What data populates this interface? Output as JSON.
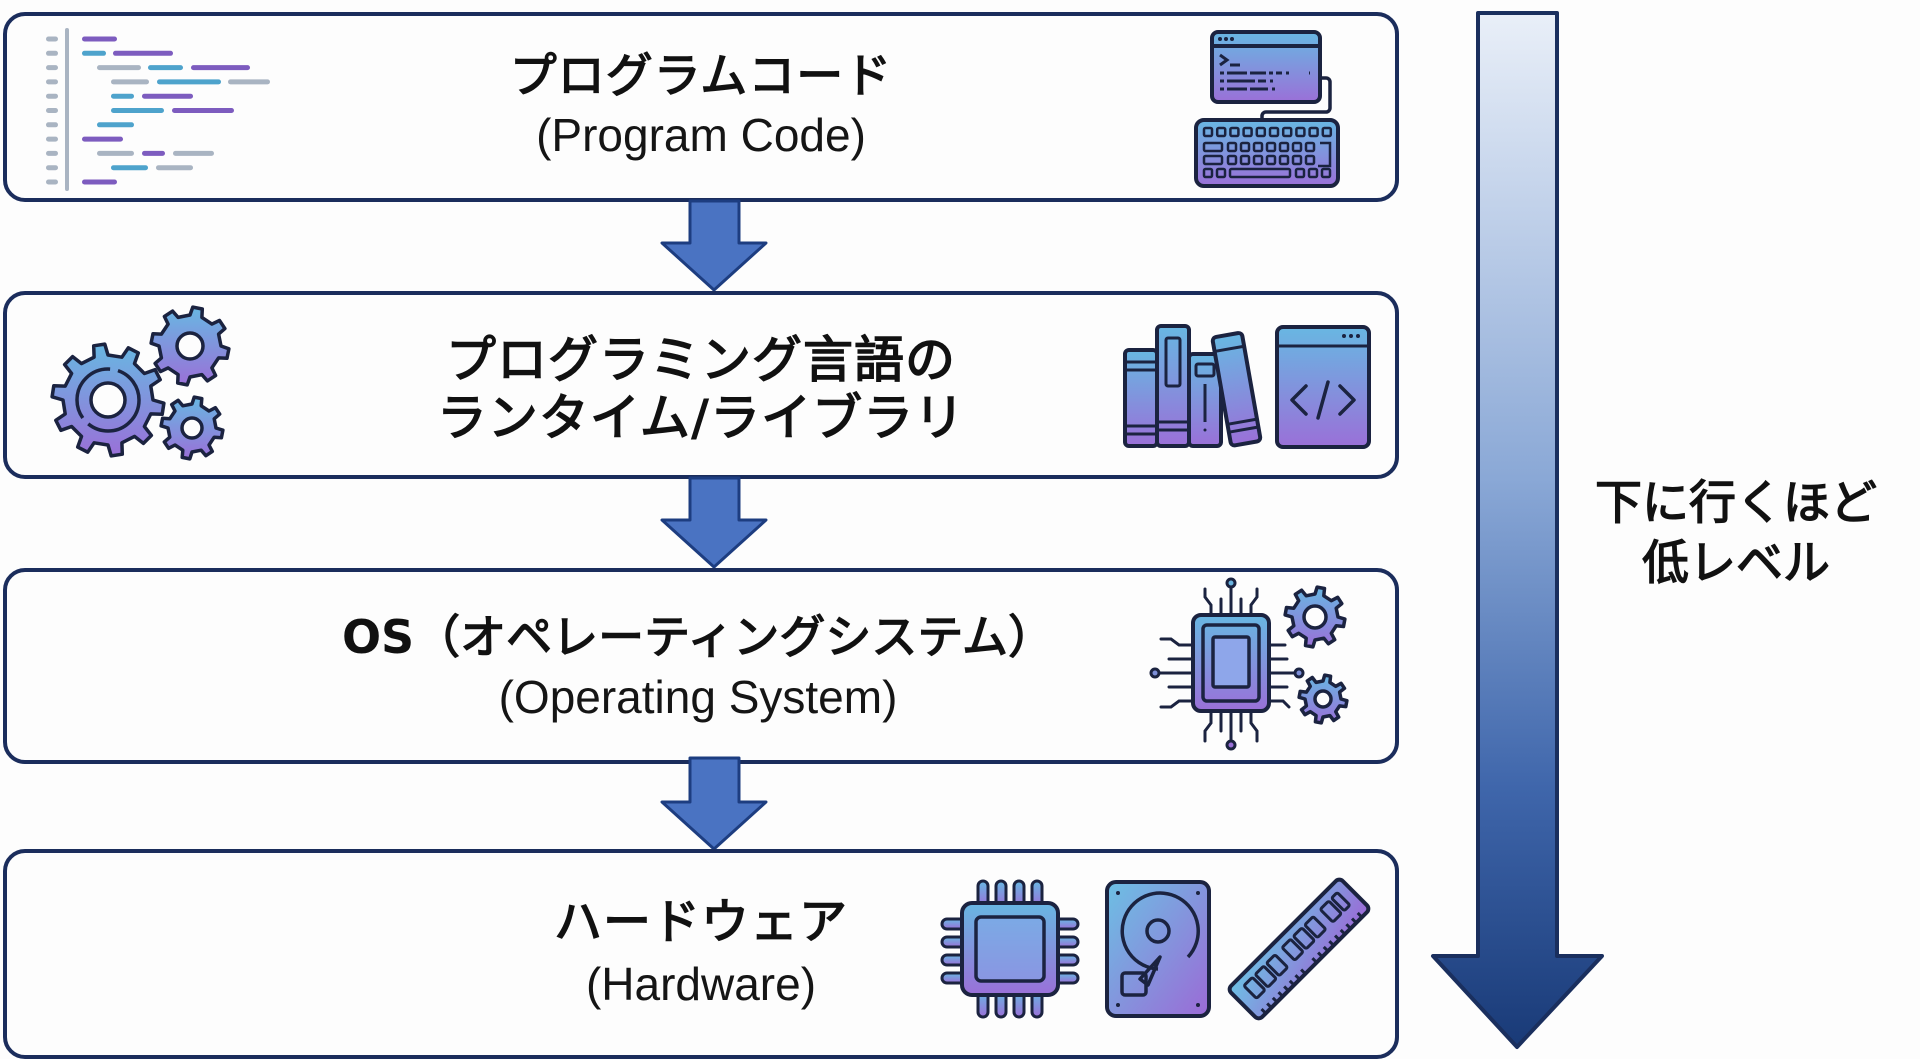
{
  "diagram": {
    "title": "Software Layer Stack",
    "layers": [
      {
        "id": "program-code",
        "title_ja": "プログラムコード",
        "title_en": "(Program Code)",
        "icons": [
          "code-lines-icon",
          "terminal-keyboard-icon"
        ]
      },
      {
        "id": "runtime-library",
        "title_ja": "プログラミング言語の",
        "title_ja_line2": "ランタイム/ライブラリ",
        "icons": [
          "gears-icon",
          "books-icon",
          "code-window-icon"
        ]
      },
      {
        "id": "operating-system",
        "title_ja": "OS（オペレーティングシステム）",
        "title_en": "(Operating System)",
        "icons": [
          "cpu-circuit-gears-icon"
        ]
      },
      {
        "id": "hardware",
        "title_ja": "ハードウェア",
        "title_en": "(Hardware)",
        "icons": [
          "cpu-chip-icon",
          "hard-drive-icon",
          "ram-module-icon"
        ]
      }
    ],
    "side_label_line1": "下に行くほど",
    "side_label_line2": "低レベル",
    "flow_direction": "top-to-bottom"
  },
  "colors": {
    "box_border": "#1b2d5c",
    "arrow_fill": "#4a73c2",
    "arrow_stroke": "#1d3d80",
    "level_arrow_top": "#e8eef7",
    "level_arrow_bottom": "#1a3b78",
    "icon_gradient_top": "#6ab4e0",
    "icon_gradient_bottom": "#9b6fd6",
    "code_purple": "#7d5cbf",
    "code_blue": "#4ea3cc",
    "code_gray": "#a9b4c2"
  }
}
